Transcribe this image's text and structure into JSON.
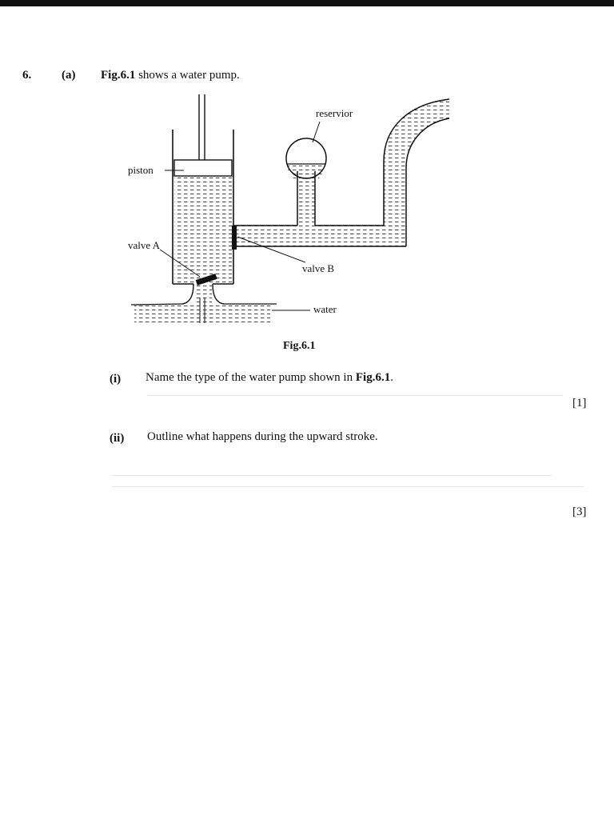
{
  "question": {
    "number": "6.",
    "part": "(a)",
    "intro_bold": "Fig.6.1",
    "intro_rest": " shows a water pump."
  },
  "figure": {
    "labels": {
      "piston": "piston",
      "reservoir": "reservior",
      "valve_a": "valve A",
      "valve_b": "valve B",
      "water": "water"
    },
    "caption": "Fig.6.1"
  },
  "sub_i": {
    "label": "(i)",
    "text": "Name the type of the water pump shown in ",
    "ref": "Fig.6.1",
    "end": ".",
    "marks": "[1]"
  },
  "sub_ii": {
    "label": "(ii)",
    "text": "Outline what happens during the upward stroke.",
    "marks": "[3]"
  }
}
